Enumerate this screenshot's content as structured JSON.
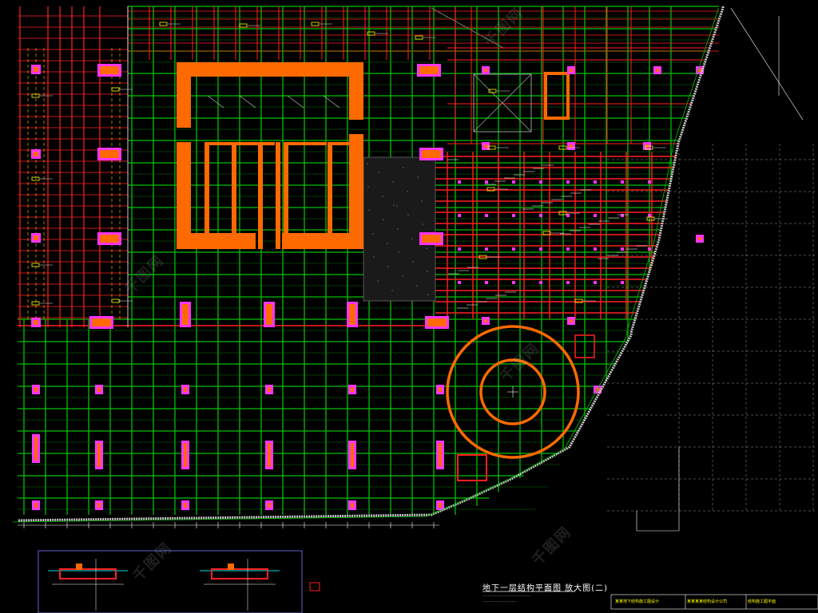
{
  "drawing": {
    "title": "地下一层结构平面图  放大图(二)",
    "subtitle_lines": [
      "......................................",
      "..........................."
    ],
    "colors": {
      "background": "#000000",
      "grid": "#00c000",
      "beam": "#ff2020",
      "column": "#ff6a00",
      "column_fill": "#ff6a00",
      "annotation": "#ffff00",
      "dimension": "#ffffff",
      "magenta": "#ff33ff"
    }
  },
  "title_block": {
    "cells": [
      "某某地下结构施工图设计",
      "某某某某结构设计公司",
      "结构施工图平面"
    ]
  },
  "watermark": {
    "text": "千图网"
  }
}
